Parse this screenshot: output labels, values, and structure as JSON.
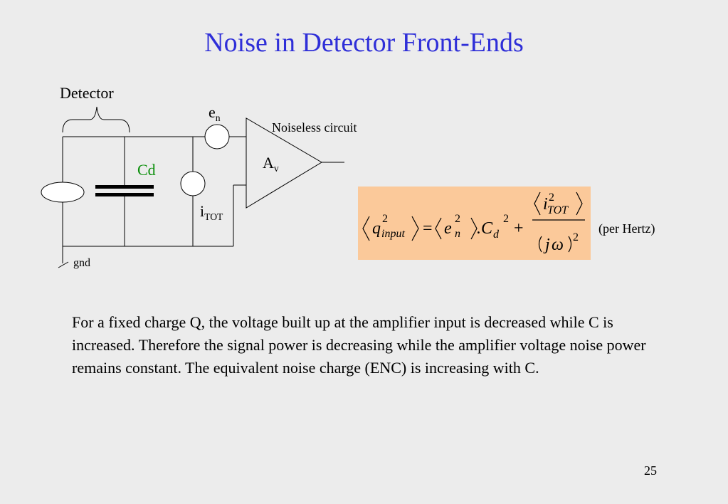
{
  "slide": {
    "title": "Noise in Detector Front-Ends",
    "page_number": "25"
  },
  "circuit": {
    "detector_label": "Detector",
    "noise_voltage_label": {
      "base": "e",
      "sub": "n"
    },
    "noise_current_label": {
      "base": "i",
      "sub": "TOT"
    },
    "amplifier_label": {
      "base": "A",
      "sub": "v"
    },
    "noiseless_label": "Noiseless circuit",
    "capacitor_label": "Cd",
    "ground_label": "gnd",
    "capacitor_label_color": "#0a8f0a"
  },
  "formula": {
    "lhs_var": "q",
    "lhs_sub": "input",
    "lhs_exp": "2",
    "equals": "=",
    "en_var": "e",
    "en_sub": "n",
    "en_exp": "2",
    "dot_cd": ".C",
    "cd_sub": "d",
    "cd_exp": "2",
    "plus": "+",
    "num_var": "i",
    "num_sub": "TOT",
    "num_exp": "2",
    "den_j": "j",
    "den_omega": "ω",
    "den_exp": "2",
    "per_hertz": "(per Hertz)",
    "box_color": "#fbc99a"
  },
  "body_text": "For a fixed charge Q, the voltage built up at the amplifier input is decreased while C is increased. Therefore the signal power is decreasing while the amplifier voltage noise power remains constant. The equivalent noise charge (ENC) is increasing with C.",
  "colors": {
    "title": "#2f2fd8",
    "background": "#ececec"
  }
}
